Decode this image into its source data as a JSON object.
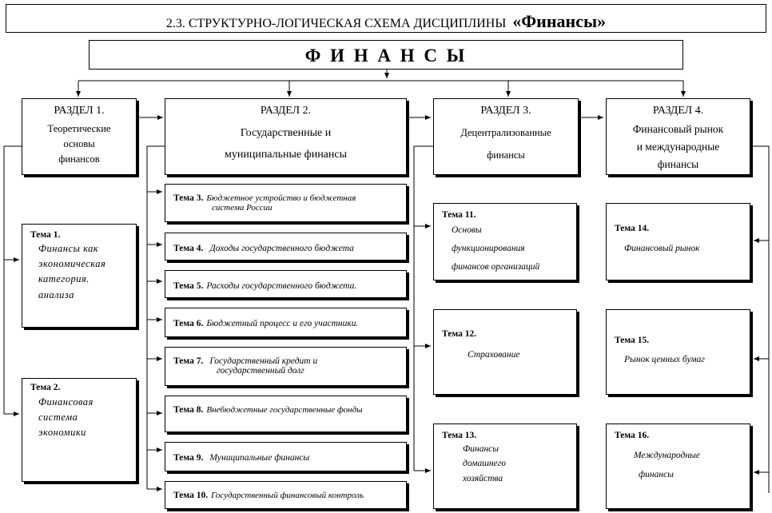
{
  "title": {
    "prefix": "2.3. СТРУКТУРНО-ЛОГИЧЕСКАЯ СХЕМА ДИСЦИПЛИНЫ",
    "emphasis": "«Финансы»"
  },
  "root": {
    "label": "Ф И Н А Н С Ы"
  },
  "sections": [
    {
      "title": "РАЗДЕЛ 1.",
      "lines": [
        "Теоретические",
        "основы",
        "финансов"
      ]
    },
    {
      "title": "РАЗДЕЛ 2.",
      "lines": [
        "Государственные и",
        "муниципальные финансы"
      ]
    },
    {
      "title": "РАЗДЕЛ 3.",
      "lines": [
        "Децентрализованные",
        "финансы"
      ]
    },
    {
      "title": "РАЗДЕЛ 4.",
      "lines": [
        "Финансовый рынок",
        "и международные",
        "финансы"
      ]
    }
  ],
  "section1_topics": [
    {
      "label": "Тема 1.",
      "lines": [
        "Финансы как",
        "экономическая",
        "категория.",
        "анализа"
      ]
    },
    {
      "label": "Тема 2.",
      "lines": [
        "Финансовая",
        "система",
        "экономики"
      ]
    }
  ],
  "section2_topics": [
    {
      "label": "Тема 3.",
      "lines": [
        "Бюджетное устройство и бюджетная",
        "система России"
      ]
    },
    {
      "label": "Тема 4.",
      "lines": [
        "Доходы государственного бюджета"
      ]
    },
    {
      "label": "Тема 5.",
      "lines": [
        "Расходы государственного бюджета."
      ]
    },
    {
      "label": "Тема 6.",
      "lines": [
        "Бюджетный процесс и его участники."
      ]
    },
    {
      "label": "Тема 7.",
      "lines": [
        "Государственный кредит и",
        "государственный долг"
      ]
    },
    {
      "label": "Тема 8.",
      "lines": [
        "Внебюджетные государственные фонды"
      ]
    },
    {
      "label": "Тема 9.",
      "lines": [
        "Муниципальные финансы"
      ]
    },
    {
      "label": "Тема 10.",
      "lines": [
        "Государственный финансовый контроль"
      ]
    }
  ],
  "section3_topics": [
    {
      "label": "Тема 11.",
      "lines": [
        "Основы",
        "функционирования",
        "финансов организаций"
      ]
    },
    {
      "label": "Тема 12.",
      "lines": [
        "Страхование"
      ]
    },
    {
      "label": "Тема 13.",
      "lines": [
        "Финансы",
        "домашнего",
        "хозяйства"
      ]
    }
  ],
  "section4_topics": [
    {
      "label": "Тема 14.",
      "lines": [
        "Финансовый рынок"
      ]
    },
    {
      "label": "Тема 15.",
      "lines": [
        "Рынок ценных бумаг"
      ]
    },
    {
      "label": "Тема 16.",
      "lines": [
        "Международные",
        "финансы"
      ]
    }
  ]
}
